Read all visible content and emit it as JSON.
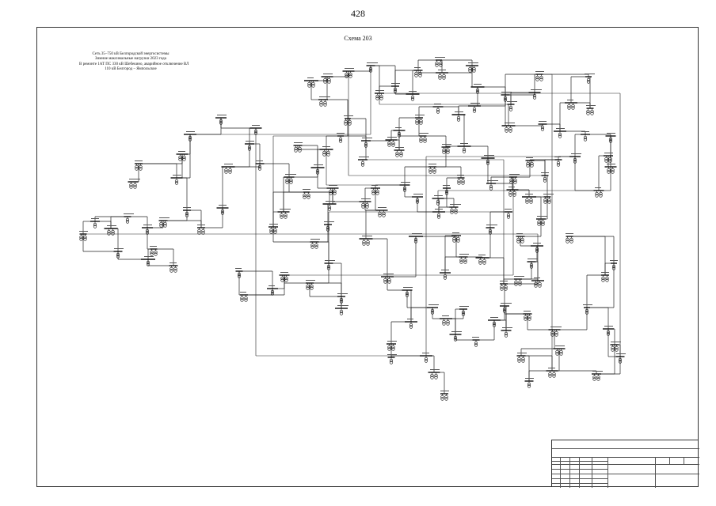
{
  "page_number": "428",
  "scheme_title": "Схема 203",
  "caption_lines": [
    "Сеть 35–750 кВ Белгородской энергосистемы",
    "Зимние максимальные нагрузки 2023 года",
    "В ремонте 1АТ ПС 330 кВ Шебекино, аварийное отключение ВЛ",
    "110 кВ Белгород – Ямпольское"
  ],
  "colors": {
    "line": "#222222",
    "background": "#ffffff"
  }
}
